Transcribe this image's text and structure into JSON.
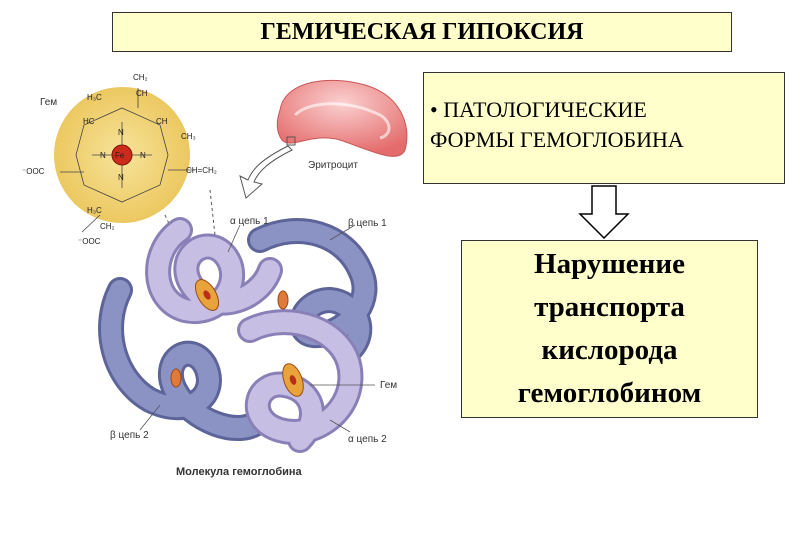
{
  "title": "ГЕМИЧЕСКАЯ ГИПОКСИЯ",
  "pathology": {
    "bullet": "•",
    "line1": "ПАТОЛОГИЧЕСКИЕ",
    "line2": "ФОРМЫ ГЕМОГЛОБИНА"
  },
  "result": {
    "lines": [
      "Нарушение",
      "транспорта",
      "кислорода",
      "гемоглобином"
    ]
  },
  "diagram": {
    "heme_label": "Гем",
    "erythrocyte_label": "Эритроцит",
    "alpha1_label": "α цепь 1",
    "beta1_label": "β цепь 1",
    "heme_label_2": "Гем",
    "beta2_label": "β цепь 2",
    "alpha2_label": "α цепь 2",
    "caption": "Молекула гемоглобина",
    "chem": {
      "ch2_top": "CH₂",
      "ch_top": "CH",
      "h3c_1": "H₃C",
      "c_eq_c_1": "C",
      "n_left": "N",
      "n_right": "N",
      "n_top": "N",
      "n_bottom": "N",
      "fe": "Fe",
      "ch3_r": "CH₃",
      "ch_eq_ch2": "CH=CH₂",
      "ooc_left": "⁻OOC",
      "ooc_bottom": "⁻OOC",
      "h3c_bottom": "H₃C",
      "ch2_b": "CH₂",
      "hc": "HC",
      "ch_r": "CH"
    }
  },
  "colors": {
    "box_fill": "#ffffcc",
    "heme_disc": "#f0d67a",
    "iron": "#cc2a1a",
    "alpha_chain": "#b9b1d8",
    "beta_chain": "#7f86b8",
    "erythrocyte": "#f08a8a"
  }
}
